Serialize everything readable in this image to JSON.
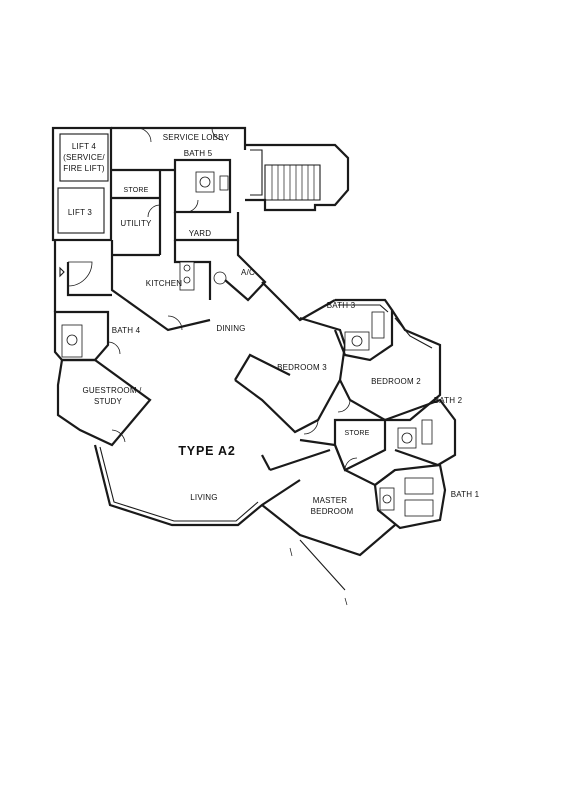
{
  "rooms": {
    "lift4": [
      "LIFT 4",
      "(SERVICE/",
      "FIRE LIFT)"
    ],
    "service_lobby": "SERVICE LOBBY",
    "bath5": "BATH 5",
    "store_top": "STORE",
    "lift3": "LIFT 3",
    "utility": "UTILITY",
    "yard": "YARD",
    "kitchen": "KITCHEN",
    "ac": "A/C",
    "dining": "DINING",
    "bath4": "BATH 4",
    "bath3": "BATH 3",
    "bedroom3": "BEDROOM 3",
    "bedroom2": "BEDROOM 2",
    "bath2": "BATH 2",
    "guestroom": [
      "GUESTROOM /",
      "STUDY"
    ],
    "store_mid": "STORE",
    "type": "TYPE  A2",
    "living": "LIVING",
    "master": [
      "MASTER",
      "BEDROOM"
    ],
    "bath1": "BATH 1"
  }
}
